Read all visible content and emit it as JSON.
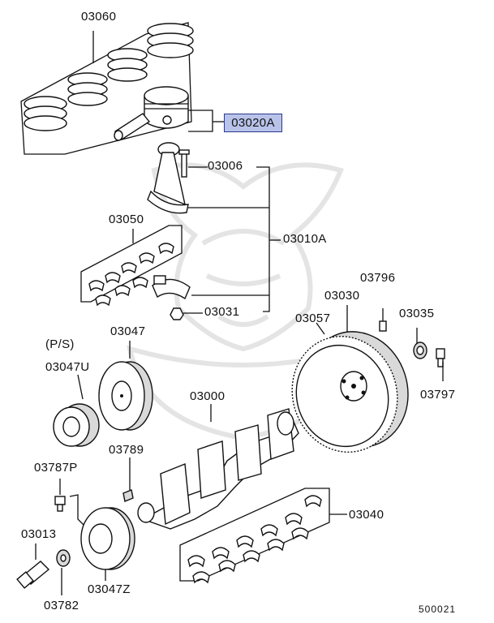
{
  "parts": {
    "p03060": "03060",
    "p03020A": "03020A",
    "p03006": "03006",
    "p03050": "03050",
    "p03010A": "03010A",
    "p03796": "03796",
    "p03030": "03030",
    "p03031": "03031",
    "p03057": "03057",
    "p03035": "03035",
    "ps": "(P/S)",
    "p03047": "03047",
    "p03047U": "03047U",
    "p03000": "03000",
    "p03797": "03797",
    "p03789": "03789",
    "p03787P": "03787P",
    "p03040": "03040",
    "p03013": "03013",
    "p03047Z": "03047Z",
    "p03782": "03782"
  },
  "diagram_code": "500021",
  "highlight_color": "#b9c3ea"
}
